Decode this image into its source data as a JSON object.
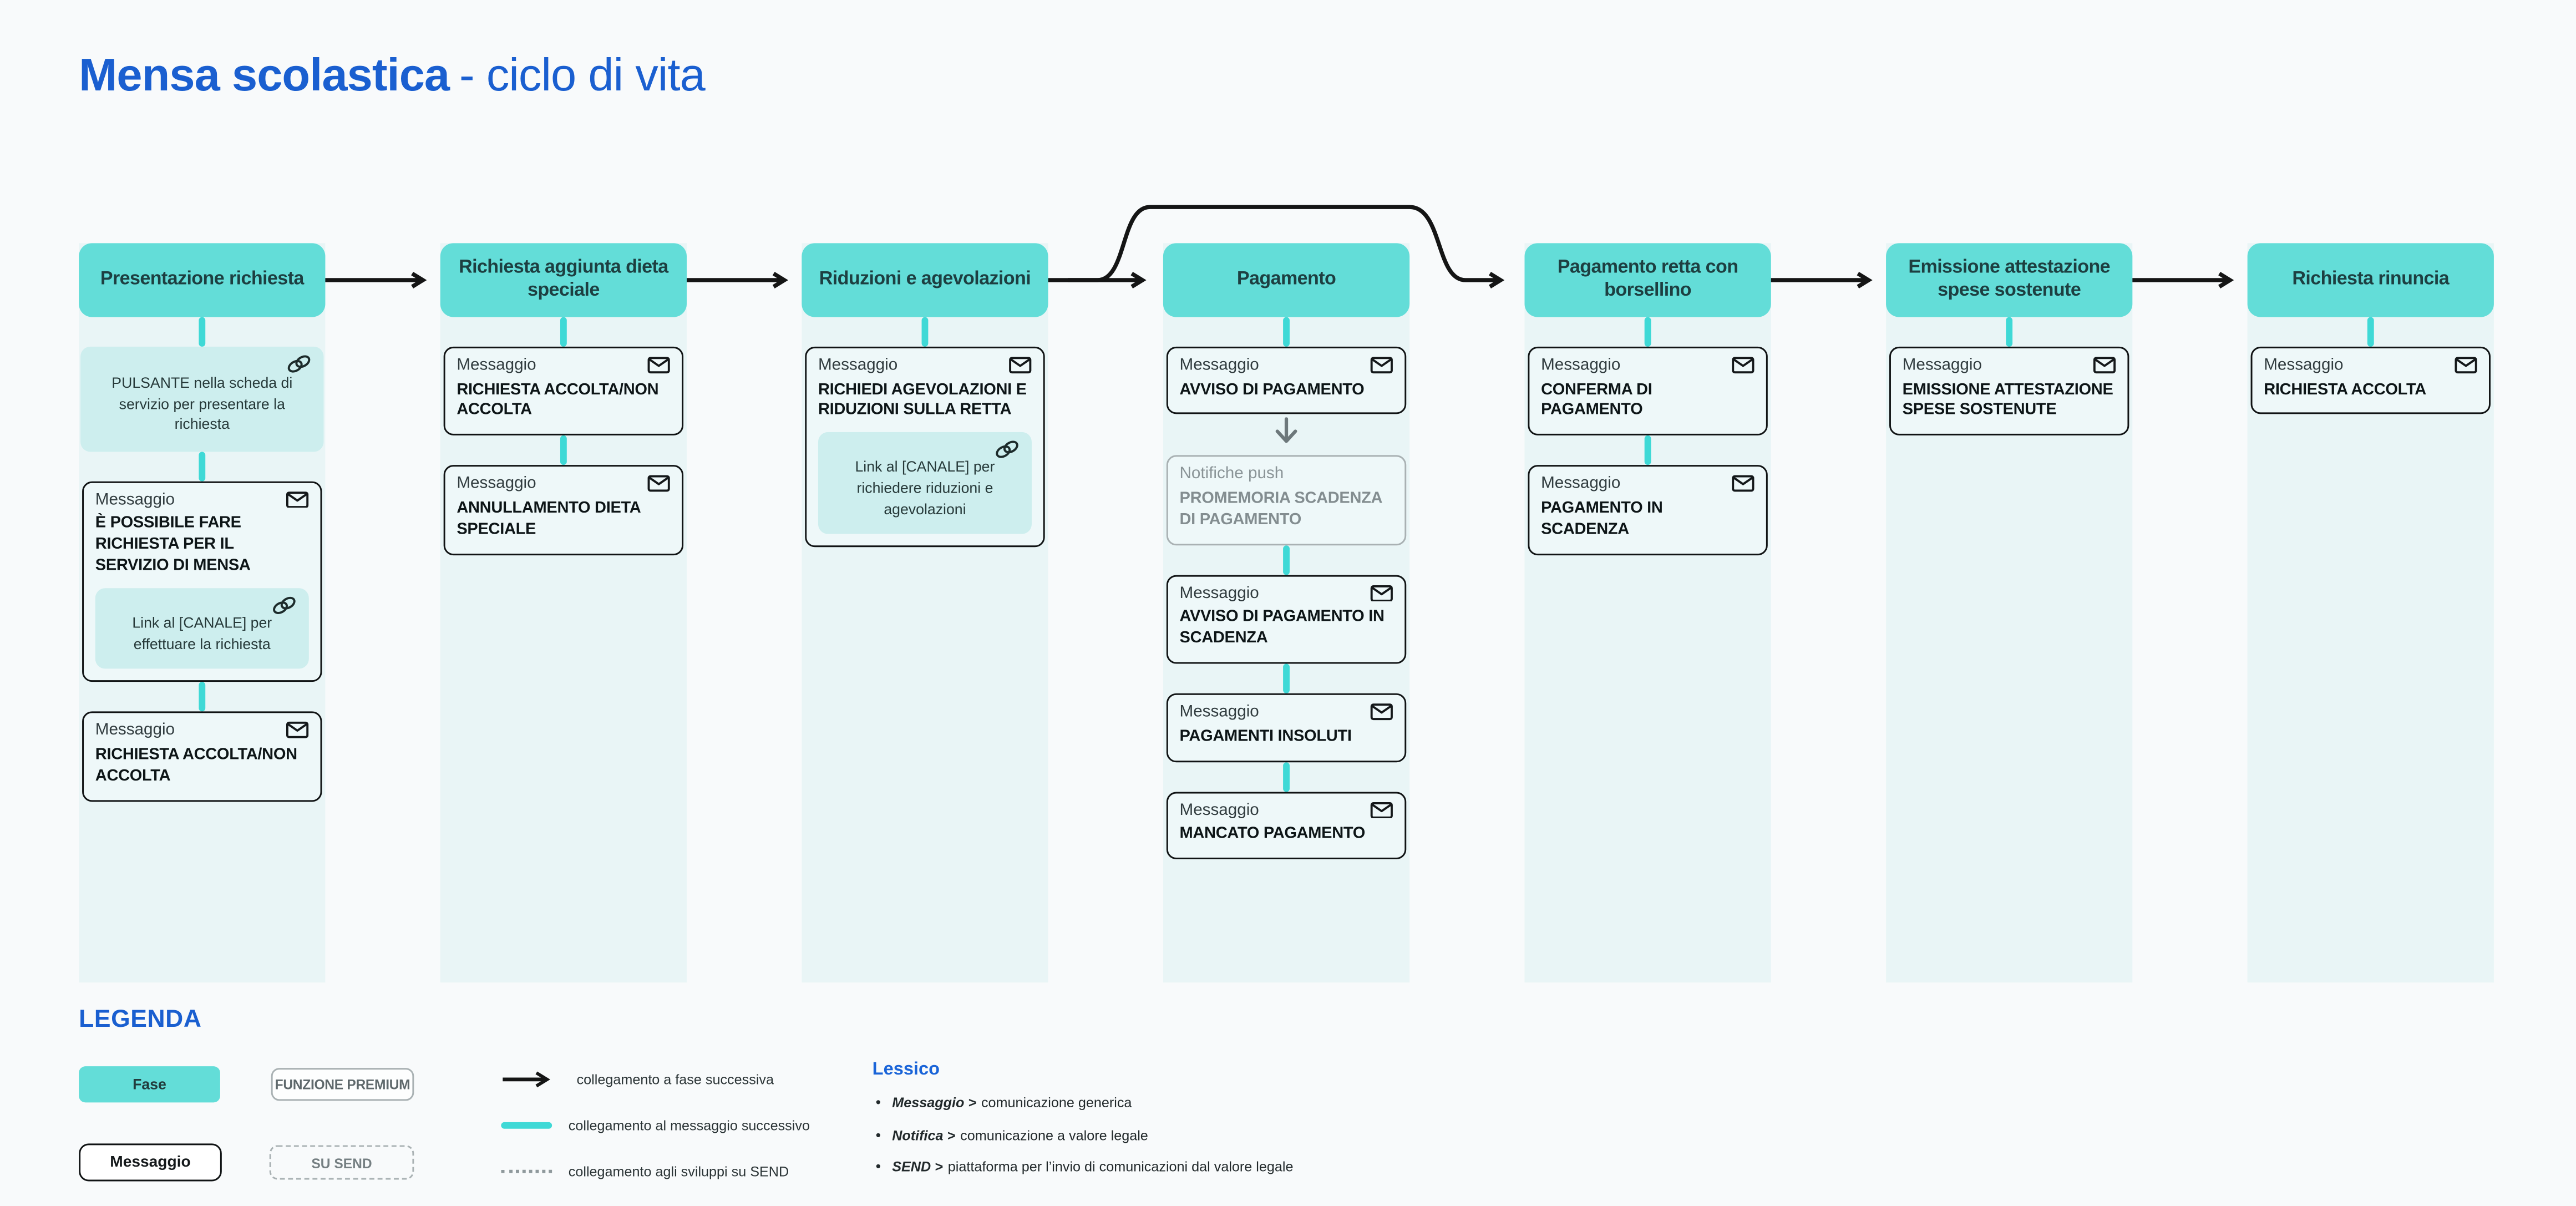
{
  "title": {
    "bold": "Mensa scolastica",
    "rest": "- ciclo di vita"
  },
  "colors": {
    "phase_teal": "#63DDD8",
    "action_teal": "#CDEEEE",
    "column_strip": "#E9F5F6",
    "connector_teal": "#3FD9D6",
    "arrow_black": "#151515",
    "gray": "#A9B1B3",
    "accent_blue": "#1A5FD0"
  },
  "icons": {
    "message": "envelope-icon",
    "link": "chain-link-icon",
    "flow_next": "arrow-right-icon",
    "push": "arrow-down-icon"
  },
  "phases": [
    {
      "title": "Presentazione richiesta",
      "action": {
        "text": "PULSANTE nella scheda di servizio per presentare la richiesta"
      },
      "messages": [
        {
          "label": "Messaggio",
          "title": "È POSSIBILE FARE RICHIESTA PER IL SERVIZIO DI MENSA",
          "link": {
            "text": "Link al [CANALE] per effettuare la richiesta"
          }
        },
        {
          "label": "Messaggio",
          "title": "RICHIESTA ACCOLTA/NON ACCOLTA"
        }
      ]
    },
    {
      "title": "Richiesta aggiunta dieta speciale",
      "messages": [
        {
          "label": "Messaggio",
          "title": "RICHIESTA ACCOLTA/NON ACCOLTA"
        },
        {
          "label": "Messaggio",
          "title": "ANNULLAMENTO DIETA SPECIALE"
        }
      ]
    },
    {
      "title": "Riduzioni e agevolazioni",
      "messages": [
        {
          "label": "Messaggio",
          "title": "RICHIEDI AGEVOLAZIONI E RIDUZIONI SULLA RETTA",
          "link": {
            "text": "Link al [CANALE] per richiedere riduzioni e agevolazioni"
          }
        }
      ]
    },
    {
      "title": "Pagamento",
      "messages": [
        {
          "label": "Messaggio",
          "title": "AVVISO DI PAGAMENTO"
        },
        {
          "label": "Notifiche push",
          "title": "PROMEMORIA SCADENZA DI PAGAMENTO",
          "kind": "push"
        },
        {
          "label": "Messaggio",
          "title": "AVVISO DI PAGAMENTO IN SCADENZA"
        },
        {
          "label": "Messaggio",
          "title": "PAGAMENTI INSOLUTI"
        },
        {
          "label": "Messaggio",
          "title": "MANCATO PAGAMENTO"
        }
      ]
    },
    {
      "title": "Pagamento retta con borsellino",
      "messages": [
        {
          "label": "Messaggio",
          "title": "CONFERMA DI PAGAMENTO"
        },
        {
          "label": "Messaggio",
          "title": "PAGAMENTO IN SCADENZA"
        }
      ]
    },
    {
      "title": "Emissione attestazione spese sostenute",
      "messages": [
        {
          "label": "Messaggio",
          "title": "EMISSIONE ATTESTAZIONE SPESE SOSTENUTE"
        }
      ]
    },
    {
      "title": "Richiesta rinuncia",
      "messages": [
        {
          "label": "Messaggio",
          "title": "RICHIESTA ACCOLTA"
        }
      ]
    }
  ],
  "legend": {
    "heading": "LEGENDA",
    "fase": "Fase",
    "premium": "FUNZIONE PREMIUM",
    "messaggio": "Messaggio",
    "su_send": "SU SEND",
    "lines": [
      {
        "label": "collegamento a fase successiva"
      },
      {
        "label": "collegamento al messaggio successivo"
      },
      {
        "label": "collegamento agli sviluppi su SEND"
      }
    ]
  },
  "lessico": {
    "heading": "Lessico",
    "entries": [
      {
        "term": "Messaggio >",
        "def": "comunicazione generica"
      },
      {
        "term": "Notifica >",
        "def": "comunicazione a valore legale"
      },
      {
        "term": "SEND >",
        "def": "piattaforma per l’invio di comunicazioni dal valore legale"
      }
    ]
  }
}
